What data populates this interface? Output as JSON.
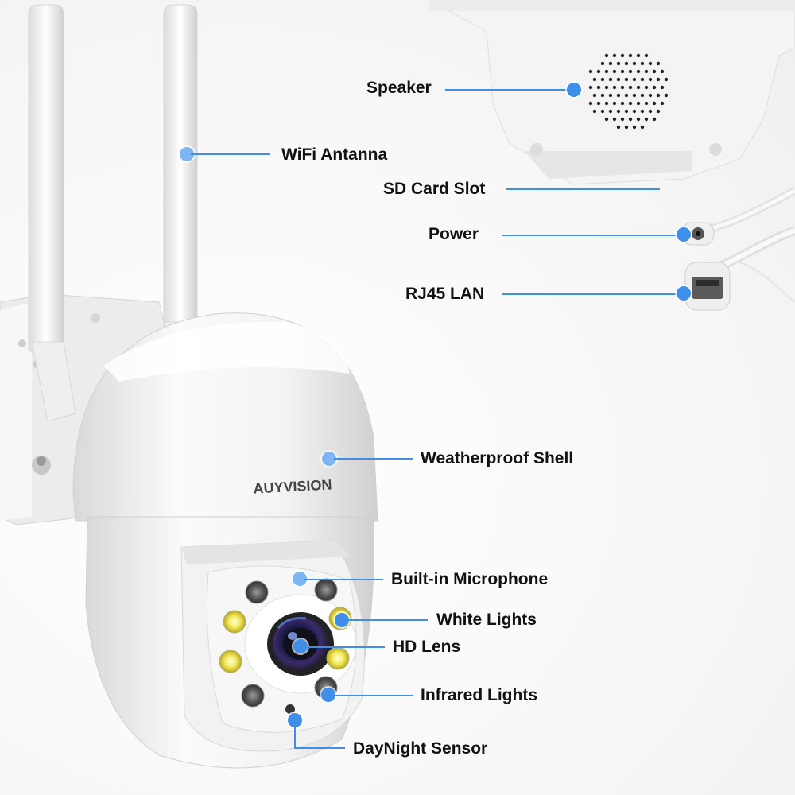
{
  "brand": "AUYVISION",
  "accent_color": "#3f8fe8",
  "callouts": {
    "speaker": "Speaker",
    "wifi_antenna": "WiFi Antanna",
    "sd_card_slot": "SD Card Slot",
    "power": "Power",
    "rj45_lan": "RJ45 LAN",
    "weatherproof_shell": "Weatherproof Shell",
    "built_in_microphone": "Built-in Microphone",
    "white_lights": "White Lights",
    "hd_lens": "HD Lens",
    "infrared_lights": "Infrared Lights",
    "daynight_sensor": "DayNight Sensor"
  }
}
